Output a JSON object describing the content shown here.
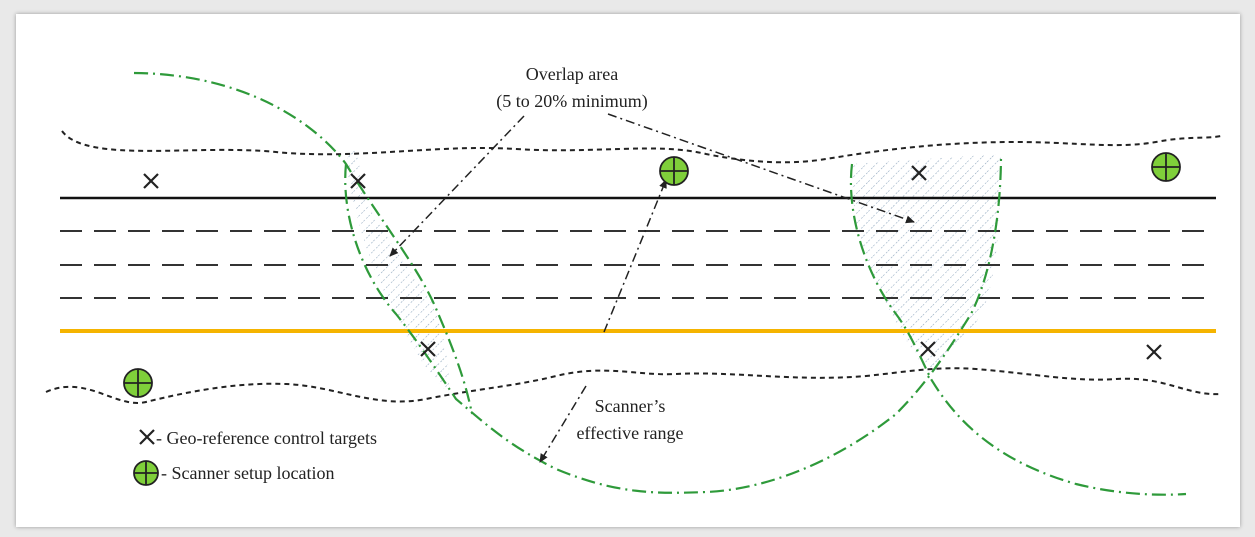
{
  "labels": {
    "overlap_line1": "Overlap area",
    "overlap_line2": "(5 to 20% minimum)",
    "range_line1": "Scanner’s",
    "range_line2": "effective range"
  },
  "legend": {
    "targets": "- Geo-reference control targets",
    "setup": "- Scanner setup location"
  },
  "colors": {
    "range_dash": "#2e9a3a",
    "edge_of_pavement": "#f5b400",
    "road_line": "#111111",
    "lane_dash": "#333333",
    "corridor_boundary": "#222222",
    "setup_fill": "#7fcf3a",
    "hatch": "#9fb3c8"
  },
  "icons": {
    "target": "x-mark-icon",
    "setup": "crosshair-circle-icon"
  }
}
